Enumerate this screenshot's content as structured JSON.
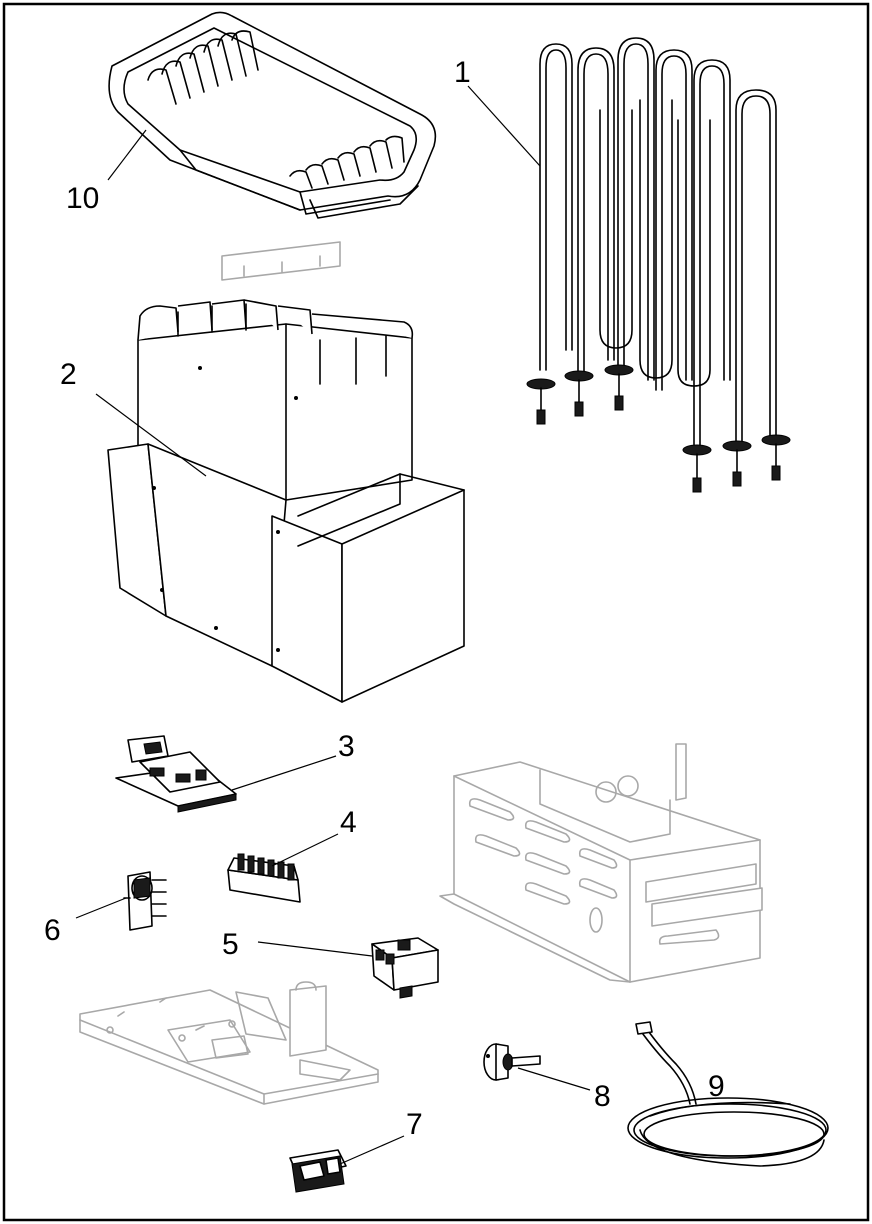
{
  "diagram": {
    "callouts": [
      {
        "id": "1",
        "text": "1"
      },
      {
        "id": "2",
        "text": "2"
      },
      {
        "id": "3",
        "text": "3"
      },
      {
        "id": "4",
        "text": "4"
      },
      {
        "id": "5",
        "text": "5"
      },
      {
        "id": "6",
        "text": "6"
      },
      {
        "id": "7",
        "text": "7"
      },
      {
        "id": "8",
        "text": "8"
      },
      {
        "id": "9",
        "text": "9"
      },
      {
        "id": "10",
        "text": "10"
      }
    ],
    "colors": {
      "line": "#000000",
      "ghost_line": "#a8a8a8",
      "background": "#ffffff"
    }
  }
}
